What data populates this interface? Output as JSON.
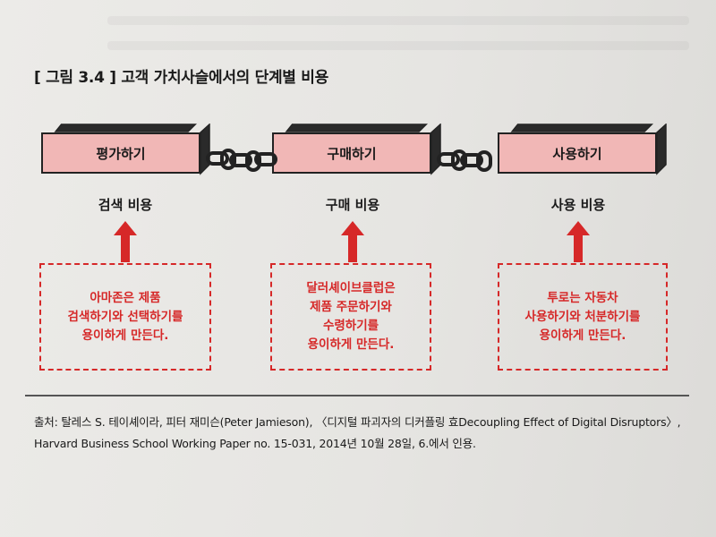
{
  "figure": {
    "number": "[ 그림 3.4 ]",
    "title": "고객 가치사슬에서의 단계별 비용"
  },
  "stages": [
    {
      "label": "평가하기",
      "cost": "검색 비용",
      "note": "아마존은 제품\n검색하기와 선택하기를\n용이하게 만든다."
    },
    {
      "label": "구매하기",
      "cost": "구매 비용",
      "note": "달러셰이브클럽은\n제품 주문하기와\n수령하기를\n용이하게 만든다."
    },
    {
      "label": "사용하기",
      "cost": "사용 비용",
      "note": "투로는 자동차\n사용하기와 처분하기를\n용이하게 만든다."
    }
  ],
  "source": "출처: 탈레스 S. 테이셰이라, 피터 재미슨(Peter Jamieson), 〈디지털 파괴자의 디커플링 효Decoupling Effect of Digital Disruptors〉, Harvard Business School Working Paper no. 15-031, 2014년 10월 28일, 6.에서 인용.",
  "colors": {
    "block_fill": "#f1b7b6",
    "accent_red": "#d62828",
    "outline": "#222222"
  },
  "icons": {
    "connector": "chain-link-icon",
    "pointer": "arrow-up-icon"
  }
}
